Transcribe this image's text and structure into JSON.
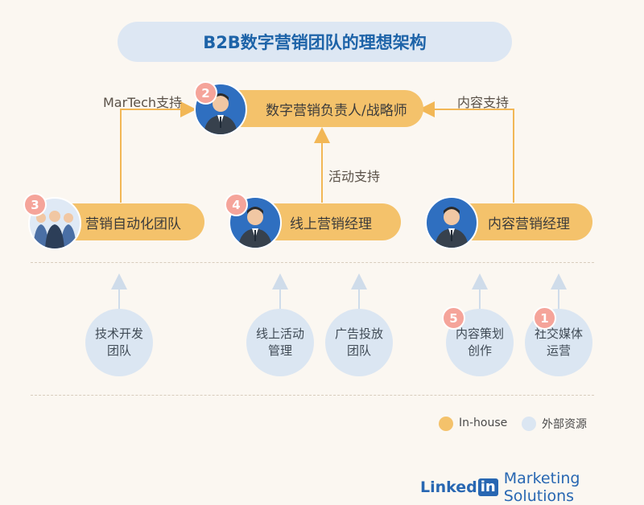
{
  "title": "B2B数字营销团队的理想架构",
  "top_node": {
    "badge": "2",
    "label": "数字营销负责人/战略师"
  },
  "edges": {
    "left": "MarTech支持",
    "center": "活动支持",
    "right": "内容支持"
  },
  "mid_nodes": [
    {
      "badge": "3",
      "label": "营销自动化团队"
    },
    {
      "badge": "4",
      "label": "线上营销经理"
    },
    {
      "badge": "",
      "label": "内容营销经理"
    }
  ],
  "resources": [
    {
      "badge": "",
      "line1": "技术开发",
      "line2": "团队"
    },
    {
      "badge": "",
      "line1": "线上活动",
      "line2": "管理"
    },
    {
      "badge": "",
      "line1": "广告投放",
      "line2": "团队"
    },
    {
      "badge": "5",
      "line1": "内容策划",
      "line2": "创作"
    },
    {
      "badge": "1",
      "line1": "社交媒体",
      "line2": "运营"
    }
  ],
  "legend": {
    "inhouse": "In-house",
    "external": "外部资源"
  },
  "brand": {
    "linked": "Linked",
    "in": "in",
    "suffix": "Marketing Solutions"
  },
  "colors": {
    "inhouse": "#f4c26b",
    "external": "#dbe6f2",
    "badge": "#f5a49a",
    "accent": "#2867b2"
  }
}
